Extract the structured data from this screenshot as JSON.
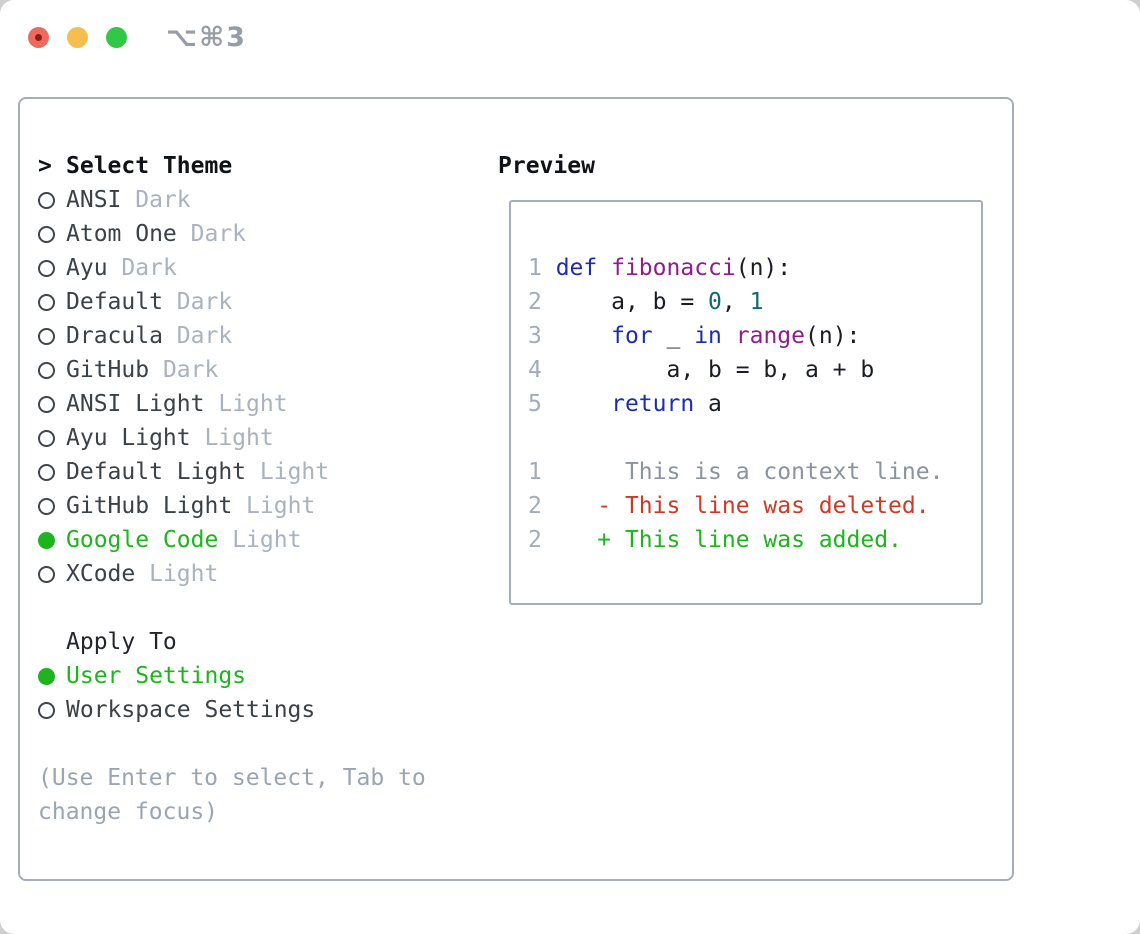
{
  "window": {
    "title": "⌥⌘3",
    "traffic_lights": [
      "close",
      "minimize",
      "zoom"
    ]
  },
  "colors": {
    "accent_green": "#1db41e",
    "diff_deleted": "#cc3a28",
    "diff_added": "#1db41e",
    "keyword_blue": "#1c2cb0",
    "function_purple": "#8d1d8d",
    "number_teal": "#0f6a6f",
    "muted_gray": "#a9b2be",
    "border_gray": "#a6aeb9"
  },
  "theme_panel": {
    "header": {
      "cursor": ">",
      "label": "Select Theme"
    },
    "items": [
      {
        "name": "ANSI",
        "variant": "Dark",
        "selected": false
      },
      {
        "name": "Atom One",
        "variant": "Dark",
        "selected": false
      },
      {
        "name": "Ayu",
        "variant": "Dark",
        "selected": false
      },
      {
        "name": "Default",
        "variant": "Dark",
        "selected": false
      },
      {
        "name": "Dracula",
        "variant": "Dark",
        "selected": false
      },
      {
        "name": "GitHub",
        "variant": "Dark",
        "selected": false
      },
      {
        "name": "ANSI Light",
        "variant": "Light",
        "selected": false
      },
      {
        "name": "Ayu Light",
        "variant": "Light",
        "selected": false
      },
      {
        "name": "Default Light",
        "variant": "Light",
        "selected": false
      },
      {
        "name": "GitHub Light",
        "variant": "Light",
        "selected": false
      },
      {
        "name": "Google Code",
        "variant": "Light",
        "selected": true
      },
      {
        "name": "XCode",
        "variant": "Light",
        "selected": false
      }
    ]
  },
  "apply_to": {
    "label": "Apply To",
    "options": [
      {
        "name": "User Settings",
        "selected": true
      },
      {
        "name": "Workspace Settings",
        "selected": false
      }
    ]
  },
  "help": {
    "line1": "(Use Enter to select, Tab to",
    "line2": "change focus)"
  },
  "preview": {
    "label": "Preview",
    "code_lines": [
      {
        "no": "1",
        "tokens": [
          {
            "t": "def",
            "c": "kw"
          },
          {
            "t": " ",
            "c": "plain"
          },
          {
            "t": "fibonacci",
            "c": "fn"
          },
          {
            "t": "(n):",
            "c": "plain"
          }
        ]
      },
      {
        "no": "2",
        "tokens": [
          {
            "t": "    a, b = ",
            "c": "plain"
          },
          {
            "t": "0",
            "c": "num"
          },
          {
            "t": ", ",
            "c": "plain"
          },
          {
            "t": "1",
            "c": "num"
          }
        ]
      },
      {
        "no": "3",
        "tokens": [
          {
            "t": "    ",
            "c": "plain"
          },
          {
            "t": "for",
            "c": "kw"
          },
          {
            "t": " _ ",
            "c": "plain"
          },
          {
            "t": "in",
            "c": "kw"
          },
          {
            "t": " ",
            "c": "plain"
          },
          {
            "t": "range",
            "c": "fn"
          },
          {
            "t": "(n):",
            "c": "plain"
          }
        ]
      },
      {
        "no": "4",
        "tokens": [
          {
            "t": "        a, b = b, a + b",
            "c": "plain"
          }
        ]
      },
      {
        "no": "5",
        "tokens": [
          {
            "t": "    ",
            "c": "plain"
          },
          {
            "t": "return",
            "c": "kw"
          },
          {
            "t": " a",
            "c": "plain"
          }
        ]
      }
    ],
    "diff_lines": [
      {
        "no": "1",
        "tokens": [
          {
            "t": "     This is a context line.",
            "c": "ctx"
          }
        ]
      },
      {
        "no": "2",
        "tokens": [
          {
            "t": "   - This line was deleted.",
            "c": "del"
          }
        ]
      },
      {
        "no": "2",
        "tokens": [
          {
            "t": "   + This line was added.",
            "c": "add"
          }
        ]
      }
    ]
  }
}
